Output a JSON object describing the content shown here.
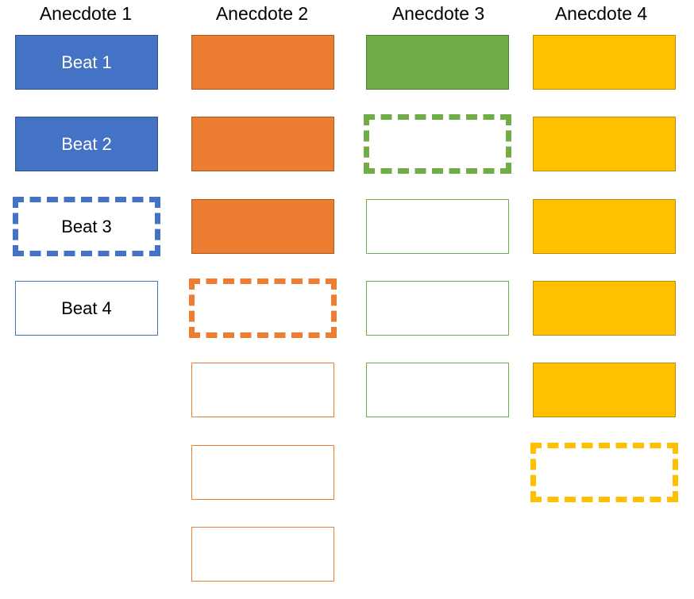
{
  "columns": [
    {
      "title": "Anecdote 1",
      "fill": "#4472C4",
      "edge": "#2F528F",
      "beats": [
        {
          "state": "filled",
          "label": "Beat 1",
          "text_color": "#FFFFFF"
        },
        {
          "state": "filled",
          "label": "Beat 2",
          "text_color": "#FFFFFF"
        },
        {
          "state": "dashed",
          "label": "Beat 3",
          "text_color": "#000000"
        },
        {
          "state": "outline",
          "label": "Beat 4",
          "text_color": "#000000"
        }
      ]
    },
    {
      "title": "Anecdote 2",
      "fill": "#ED7D31",
      "edge": "#AE5A21",
      "beats": [
        {
          "state": "filled",
          "label": ""
        },
        {
          "state": "filled",
          "label": ""
        },
        {
          "state": "filled",
          "label": ""
        },
        {
          "state": "dashed",
          "label": ""
        },
        {
          "state": "outline",
          "label": ""
        },
        {
          "state": "outline",
          "label": ""
        },
        {
          "state": "outline",
          "label": ""
        }
      ]
    },
    {
      "title": "Anecdote 3",
      "fill": "#70AD47",
      "edge": "#507E32",
      "beats": [
        {
          "state": "filled",
          "label": ""
        },
        {
          "state": "dashed",
          "label": ""
        },
        {
          "state": "outline",
          "label": ""
        },
        {
          "state": "outline",
          "label": ""
        },
        {
          "state": "outline",
          "label": ""
        }
      ]
    },
    {
      "title": "Anecdote 4",
      "fill": "#FFC000",
      "edge": "#BC8C00",
      "beats": [
        {
          "state": "filled",
          "label": ""
        },
        {
          "state": "filled",
          "label": ""
        },
        {
          "state": "filled",
          "label": ""
        },
        {
          "state": "filled",
          "label": ""
        },
        {
          "state": "filled",
          "label": ""
        },
        {
          "state": "dashed",
          "label": ""
        }
      ]
    }
  ]
}
